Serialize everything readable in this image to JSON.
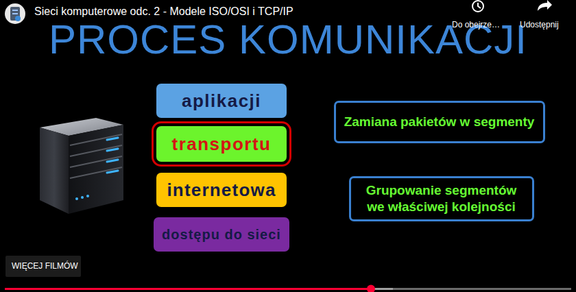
{
  "diagram": {
    "title": "PROCES KOMUNIKACJI",
    "nodes": [
      {
        "text": [
          "aplikacji"
        ]
      },
      {
        "text": [
          "transportu"
        ]
      },
      {
        "text": [
          "internetowa"
        ]
      },
      {
        "text": [
          "dostępu do sieci"
        ]
      },
      {
        "text": [
          "Zamiana pakietów w segmenty"
        ]
      },
      {
        "text": [
          "Grupowanie segmentów we właściwej kolejności"
        ]
      }
    ],
    "labels": [
      "Sieci komputerowe odc. 2 - Modele ISO/OSI i TCP/IP",
      "Do obejrze…",
      "Udostępnij",
      "WIĘCEJ FILMÓW"
    ]
  }
}
